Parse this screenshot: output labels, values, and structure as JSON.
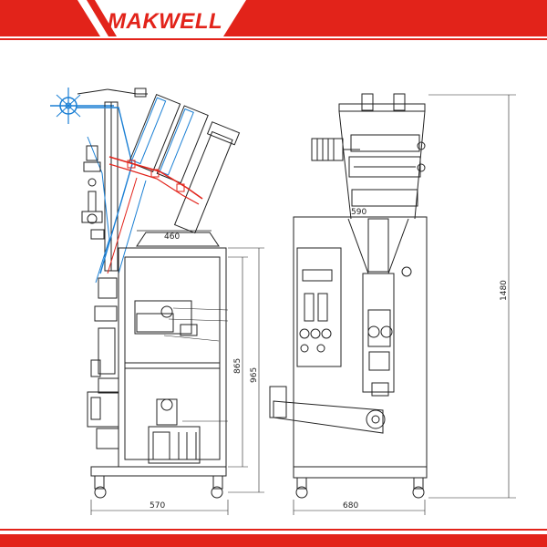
{
  "brand": {
    "name": "MAKWELL",
    "accent": "#e2231a"
  },
  "dimensions": {
    "side_top_width": "460",
    "side_height_inner": "865",
    "side_height_outer": "965",
    "side_base_width": "570",
    "front_top_width": "590",
    "front_total_height": "1480",
    "front_base_width": "680"
  }
}
